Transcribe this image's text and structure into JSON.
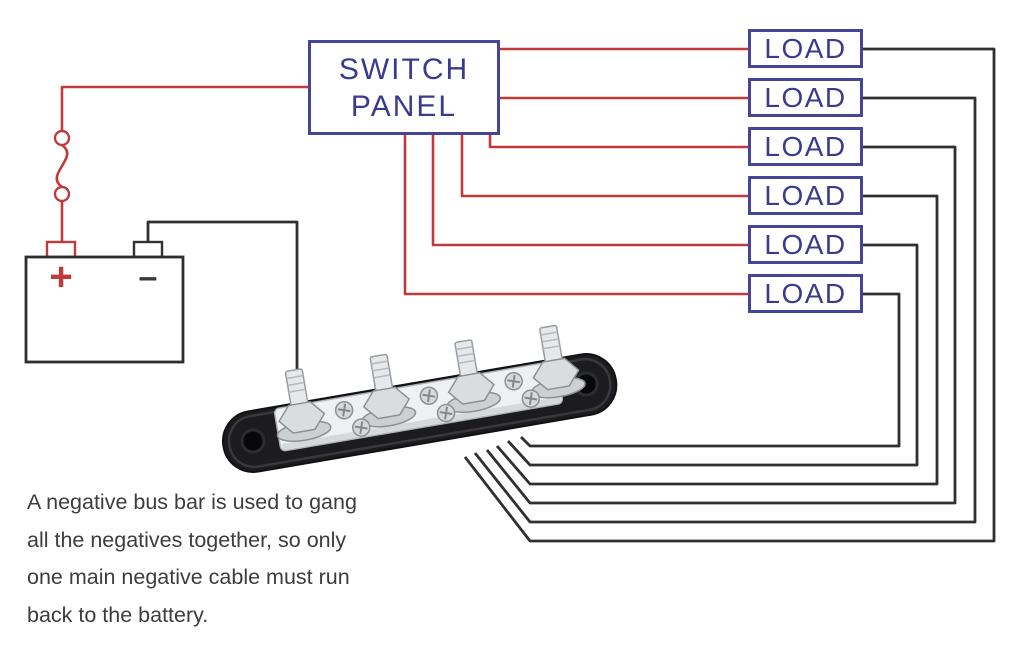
{
  "diagram": {
    "switch_panel": {
      "label": "SWITCH\nPANEL"
    },
    "loads": [
      {
        "label": "LOAD"
      },
      {
        "label": "LOAD"
      },
      {
        "label": "LOAD"
      },
      {
        "label": "LOAD"
      },
      {
        "label": "LOAD"
      },
      {
        "label": "LOAD"
      }
    ],
    "battery": {
      "positive_label": "+",
      "negative_label": "–"
    },
    "caption": {
      "lines": [
        "A negative bus bar is used to gang",
        "all the negatives together, so only",
        "one main negative cable must run",
        "back to the battery."
      ]
    }
  },
  "colors": {
    "positive_wire_red": "#c03a3c",
    "negative_wire_black": "#303032",
    "component_outline_navy": "#44449a",
    "component_label_navy": "#3b3b8d",
    "caption_gray": "#3d3d3d",
    "battery_outline": "#2e2e30"
  }
}
